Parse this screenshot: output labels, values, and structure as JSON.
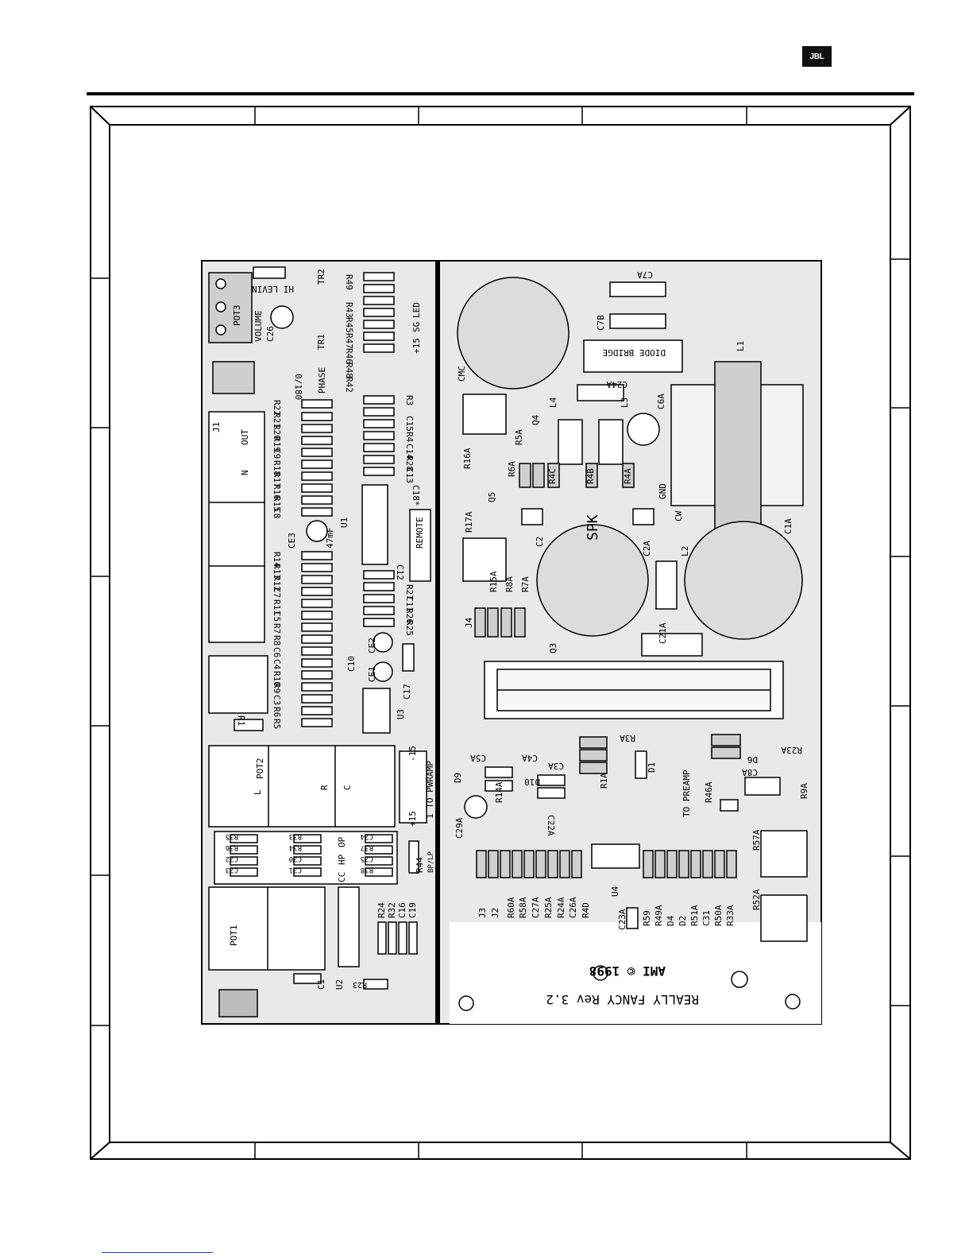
{
  "header": {
    "brand_logo": "JBL"
  },
  "board": {
    "left_half": {
      "labels": [
        "HI LEVIN",
        "TR2",
        "R49",
        "R43",
        "R45",
        "R47",
        "R46",
        "R48",
        "R42",
        "TR1",
        "VOLUME",
        "C26",
        "POT3",
        "+15",
        "SG",
        "LED",
        "PHASE",
        "0/180",
        "J1",
        "OUT",
        "N",
        "R22",
        "R21",
        "R20",
        "R19",
        "C9",
        "R18",
        "R17",
        "R16",
        "R15",
        "C8",
        "CE3",
        "47mF",
        "U1",
        "R14",
        "R13",
        "R12",
        "C7",
        "R11",
        "C5",
        "R7",
        "R8",
        "C6",
        "C4",
        "R10",
        "R9",
        "C3",
        "R6",
        "R5",
        "R1",
        "C10",
        "CE2",
        "CE1",
        "C17",
        "U3",
        "R3",
        "C15",
        "R4",
        "C14",
        "R28",
        "C13",
        "C18*",
        "REMOTE",
        "C12",
        "R27",
        "C11",
        "R26",
        "R25",
        "POT2",
        "L",
        "R",
        "C",
        "+15",
        "-15",
        "1 TO PWRAMP",
        "CC",
        "HP",
        "OP",
        "R35",
        "R36",
        "C22",
        "C23",
        "R33",
        "R34",
        "C20",
        "C21",
        "C24",
        "R37",
        "C25",
        "R38",
        "R44",
        "BP/LP",
        "R24",
        "R32",
        "C16",
        "C19",
        "POT1",
        "C1",
        "U2",
        "R23"
      ]
    },
    "right_half": {
      "labels": [
        "C7A",
        "C7B",
        "DIODE BRIDGE",
        "L1",
        "C24A",
        "CMC",
        "R16A",
        "R5A",
        "Q4",
        "L4",
        "L3",
        "C6A",
        "R6A",
        "R4C",
        "R4B",
        "R4A",
        "GND",
        "Q5",
        "R17A",
        "C2",
        "SPK",
        "CW",
        "C1A",
        "L2",
        "C2A",
        "R15A",
        "R8A",
        "R7A",
        "J4",
        "Q3",
        "C21A",
        "R3A",
        "R23A",
        "D6",
        "C8A",
        "C5A",
        "C4A",
        "C3A",
        "R1A",
        "D1",
        "D9",
        "D10",
        "R14A",
        "C22A",
        "TO PREAMP",
        "R46A",
        "R9A",
        "C29A",
        "R57A",
        "U4",
        "J3",
        "J2",
        "R60A",
        "R58A",
        "C27A",
        "R25A",
        "R24A",
        "C26A",
        "R4D",
        "C23A",
        "R59",
        "R49A",
        "D4",
        "D2",
        "R51A",
        "C31",
        "R50A",
        "R33A",
        "R52A"
      ],
      "copyright": "AMI © 1998",
      "product": "REALLY FANCY Rev 3.2"
    }
  }
}
